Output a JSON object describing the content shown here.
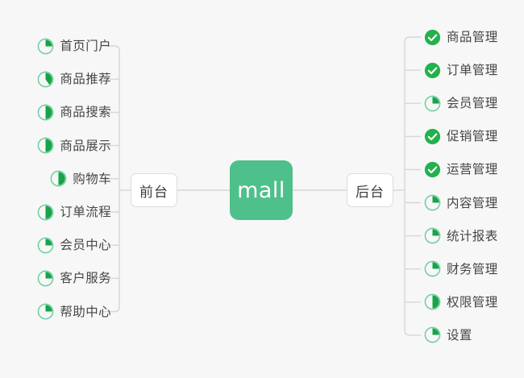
{
  "diagram": {
    "type": "mind-map",
    "background_color": "#f7f7f7",
    "root": {
      "label": "mall",
      "color": "#4ec08b",
      "text_color": "#ffffff"
    },
    "branches": [
      {
        "label": "前台",
        "side": "left"
      },
      {
        "label": "后台",
        "side": "right"
      }
    ],
    "colors": {
      "accent_green": "#4ec08b",
      "done_green": "#22b24c",
      "ring_green": "#6ccf9d",
      "wedge_green": "#16a34a",
      "wire": "#d6d6d6",
      "text": "#464646",
      "box_border": "#dcdcdc"
    },
    "left_items": [
      {
        "label": "首页门户",
        "icon": "pie-progress-icon",
        "progress": 25
      },
      {
        "label": "商品推荐",
        "icon": "pie-progress-icon",
        "progress": 40
      },
      {
        "label": "商品搜索",
        "icon": "pie-progress-icon",
        "progress": 50
      },
      {
        "label": "商品展示",
        "icon": "pie-progress-icon",
        "progress": 50
      },
      {
        "label": "购物车",
        "icon": "pie-progress-icon",
        "progress": 50
      },
      {
        "label": "订单流程",
        "icon": "pie-progress-icon",
        "progress": 50
      },
      {
        "label": "会员中心",
        "icon": "pie-progress-icon",
        "progress": 25
      },
      {
        "label": "客户服务",
        "icon": "pie-progress-icon",
        "progress": 25
      },
      {
        "label": "帮助中心",
        "icon": "pie-progress-icon",
        "progress": 25
      }
    ],
    "right_items": [
      {
        "label": "商品管理",
        "icon": "check-circle-icon",
        "progress": 100
      },
      {
        "label": "订单管理",
        "icon": "check-circle-icon",
        "progress": 100
      },
      {
        "label": "会员管理",
        "icon": "pie-progress-icon",
        "progress": 25
      },
      {
        "label": "促销管理",
        "icon": "check-circle-icon",
        "progress": 100
      },
      {
        "label": "运营管理",
        "icon": "check-circle-icon",
        "progress": 100
      },
      {
        "label": "内容管理",
        "icon": "pie-progress-icon",
        "progress": 25
      },
      {
        "label": "统计报表",
        "icon": "pie-progress-icon",
        "progress": 25
      },
      {
        "label": "财务管理",
        "icon": "pie-progress-icon",
        "progress": 25
      },
      {
        "label": "权限管理",
        "icon": "pie-progress-icon",
        "progress": 50
      },
      {
        "label": "设置",
        "icon": "pie-progress-icon",
        "progress": 25
      }
    ]
  }
}
